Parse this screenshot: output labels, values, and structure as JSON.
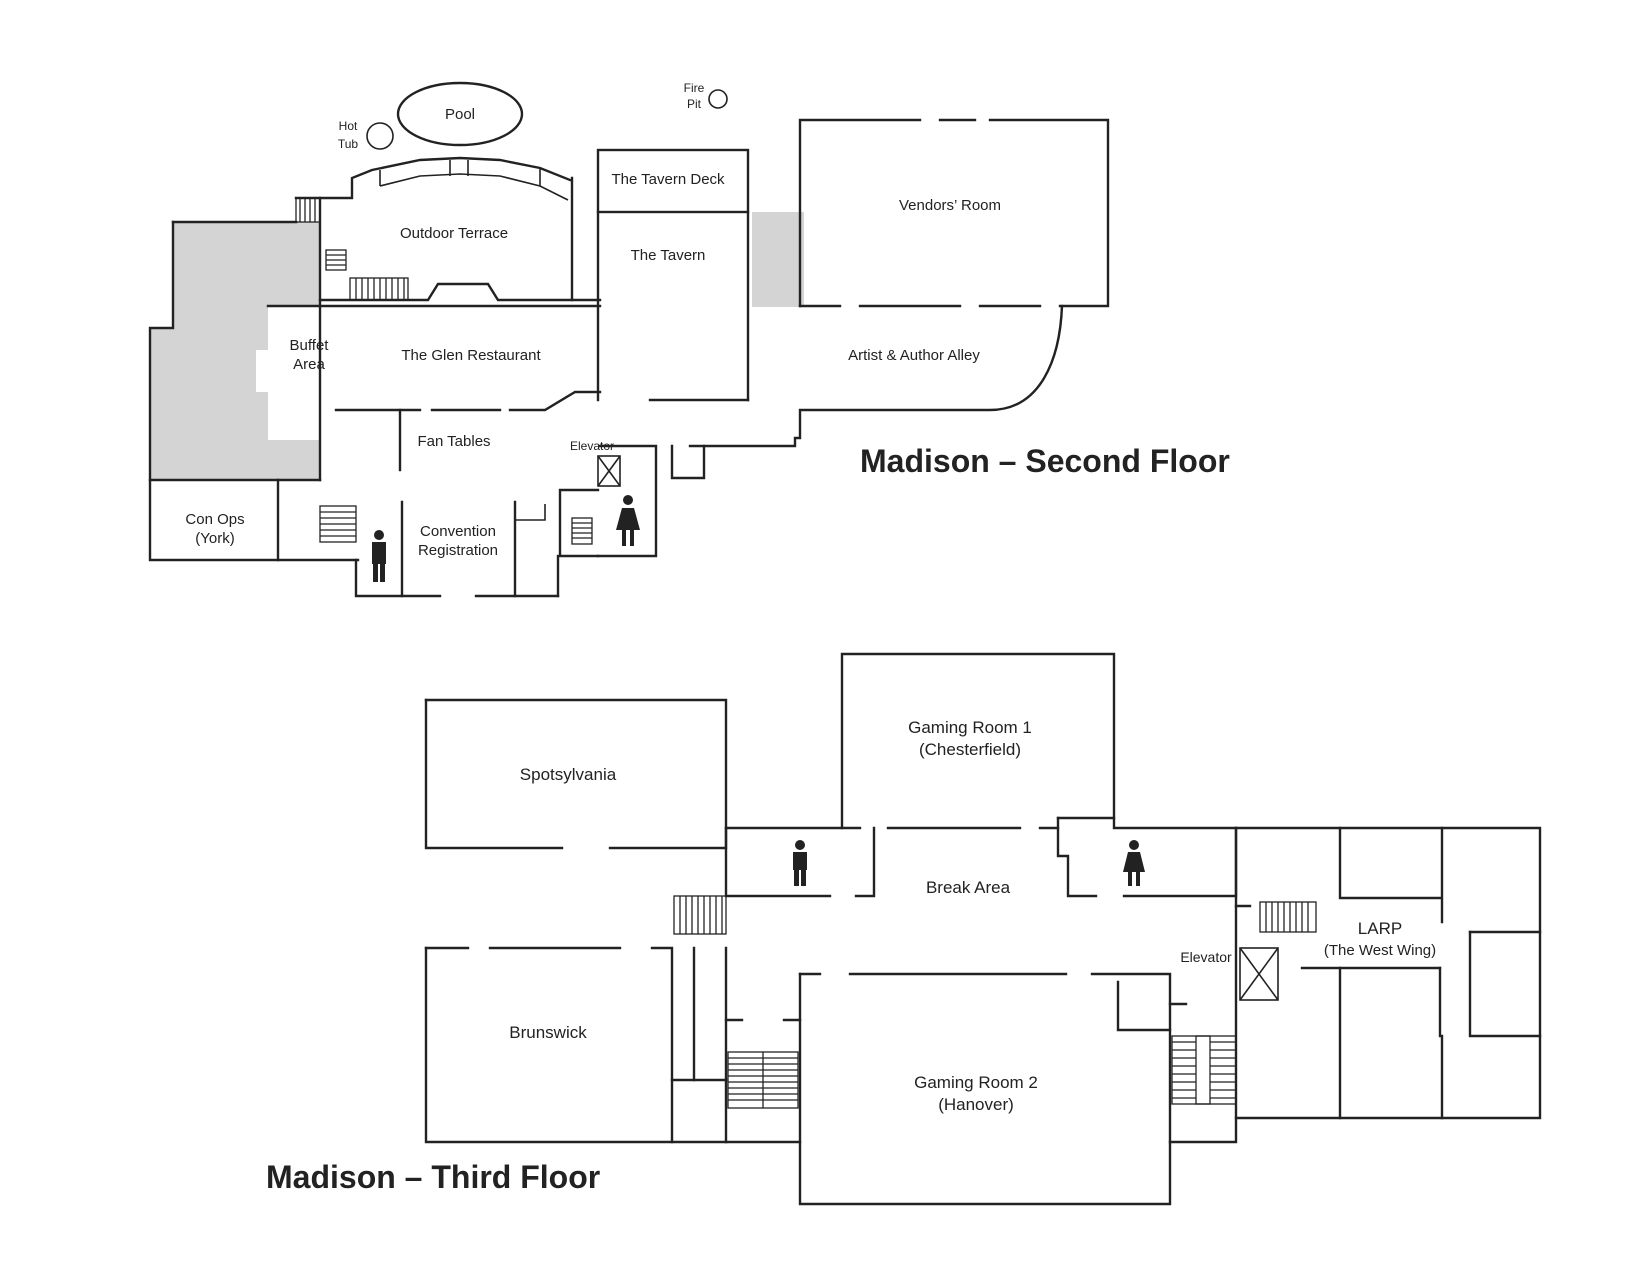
{
  "floors": {
    "second": {
      "title": "Madison – Second Floor",
      "labels": {
        "pool": "Pool",
        "hot_tub_1": "Hot",
        "hot_tub_2": "Tub",
        "fire_pit_1": "Fire",
        "fire_pit_2": "Pit",
        "outdoor_terrace": "Outdoor Terrace",
        "tavern_deck": "The Tavern Deck",
        "tavern": "The Tavern",
        "vendors_room": "Vendors’ Room",
        "buffet_1": "Buffet",
        "buffet_2": "Area",
        "glen_restaurant": "The Glen Restaurant",
        "artist_alley": "Artist & Author Alley",
        "fan_tables": "Fan Tables",
        "elevator": "Elevator",
        "con_ops_1": "Con Ops",
        "con_ops_2": "(York)",
        "registration_1": "Convention",
        "registration_2": "Registration"
      }
    },
    "third": {
      "title": "Madison – Third Floor",
      "labels": {
        "spotsylvania": "Spotsylvania",
        "gaming1_1": "Gaming Room 1",
        "gaming1_2": "(Chesterfield)",
        "break_area": "Break Area",
        "larp_1": "LARP",
        "larp_2": "(The West Wing)",
        "elevator": "Elevator",
        "brunswick": "Brunswick",
        "gaming2_1": "Gaming Room 2",
        "gaming2_2": "(Hanover)"
      }
    }
  },
  "icons": [
    "restroom-men-icon",
    "restroom-women-icon",
    "elevator-icon",
    "stairs-icon"
  ],
  "colors": {
    "walls": "#222222",
    "shaded_area": "#d4d4d4",
    "background": "#ffffff"
  }
}
